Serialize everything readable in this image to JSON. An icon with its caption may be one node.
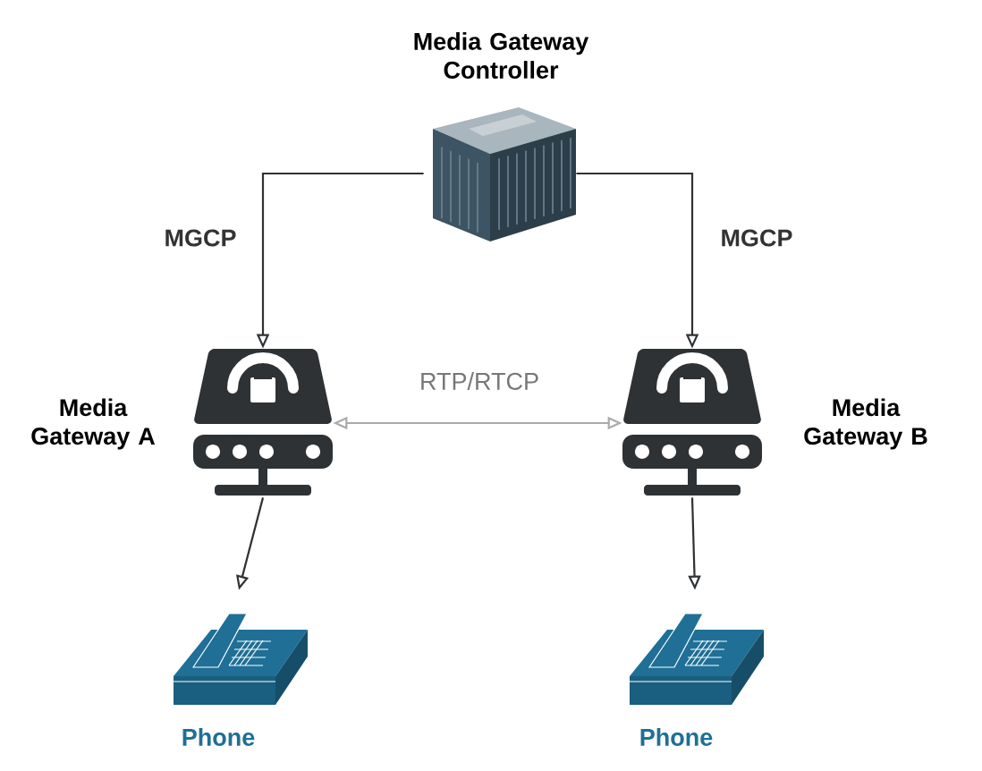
{
  "diagram": {
    "nodes": [
      {
        "text": [
          "Media Gateway Controller"
        ]
      },
      {
        "text": [
          "Media Gateway A"
        ]
      },
      {
        "text": [
          "Media Gateway B"
        ]
      },
      {
        "text": [
          "Phone"
        ]
      },
      {
        "text": [
          "Phone"
        ]
      }
    ],
    "edges": [
      {
        "from": 0,
        "to": 1,
        "arrow": "to",
        "label": "MGCP"
      },
      {
        "from": 0,
        "to": 2,
        "arrow": "to",
        "label": "MGCP"
      },
      {
        "from": 1,
        "to": 2,
        "arrow": "both",
        "label": "RTP/RTCP",
        "color": "#aaaaaa"
      },
      {
        "from": 1,
        "to": 3,
        "arrow": "to"
      },
      {
        "from": 2,
        "to": 4,
        "arrow": "to"
      }
    ]
  }
}
